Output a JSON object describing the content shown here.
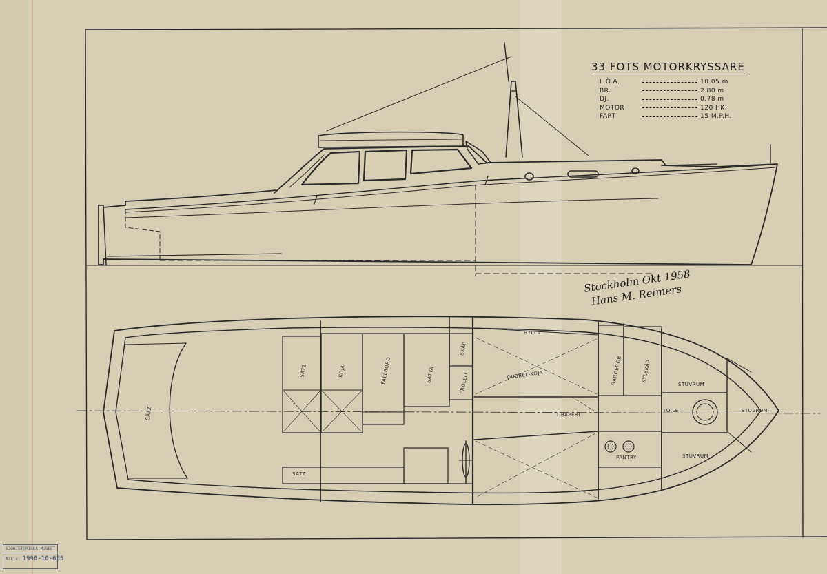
{
  "drawing": {
    "title": "33 FOTS MOTORKRYSSARE",
    "specs": [
      {
        "key": "L.Ö.A.",
        "value": "10.05 m"
      },
      {
        "key": "BR.",
        "value": "2.80 m"
      },
      {
        "key": "DJ.",
        "value": "0.78 m"
      },
      {
        "key": "MOTOR",
        "value": "120 HK."
      },
      {
        "key": "FART",
        "value": "15 M.P.H."
      }
    ],
    "signature": {
      "place_date": "Stockholm Okt 1958",
      "name": "Hans M. Reimers"
    },
    "labels": {
      "satz_aft": "SÄTZ",
      "satz_mid": "SÄTZ",
      "koja": "KOJA",
      "fallbord": "FALLBORD",
      "satta": "SÄTTA",
      "skap": "SKÅP",
      "prollit": "PROLLIT",
      "satz_low": "SÄTZ",
      "hylla": "HYLLA",
      "dubbel_koja": "DUBBEL-KOJA",
      "draperi": "DRAPERI",
      "pantry": "PANTRY",
      "garderob": "GARDEROB",
      "kylskap": "KYLSKÅP",
      "stuvrum_upper": "STUVRUM",
      "toilet": "TOILET",
      "stuvrum_lower": "STUVRUM",
      "stuvrum_bow": "STUVRUM"
    },
    "stamp": {
      "line1": "SJÖHISTORISKA MUSEET",
      "prefix": "Arkiv:",
      "line2": "1990-10-665"
    }
  },
  "colors": {
    "paper": "#d6cfb4",
    "ink": "#2a2a28",
    "stamp": "#5a6478"
  }
}
